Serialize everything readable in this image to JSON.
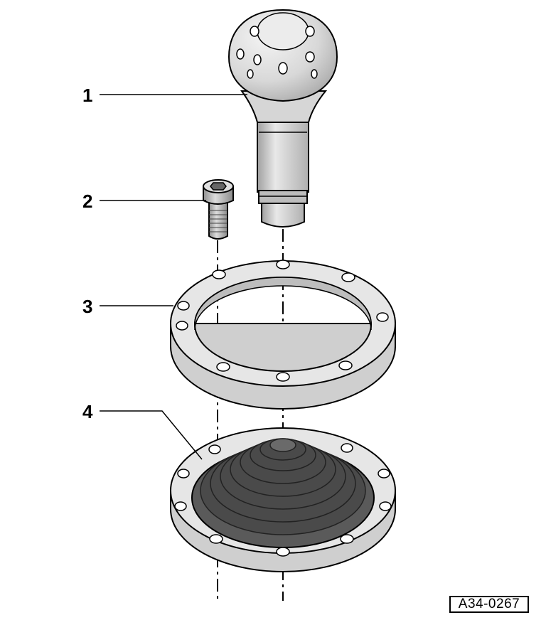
{
  "callouts": [
    {
      "number": "1"
    },
    {
      "number": "2"
    },
    {
      "number": "3"
    },
    {
      "number": "4"
    }
  ],
  "figure_code": "A34-0267",
  "colors": {
    "line": "#000000",
    "light_fill": "#e4e4e4",
    "mid_fill": "#c8c8c8",
    "boot_fill": "#555555",
    "background": "#ffffff"
  }
}
